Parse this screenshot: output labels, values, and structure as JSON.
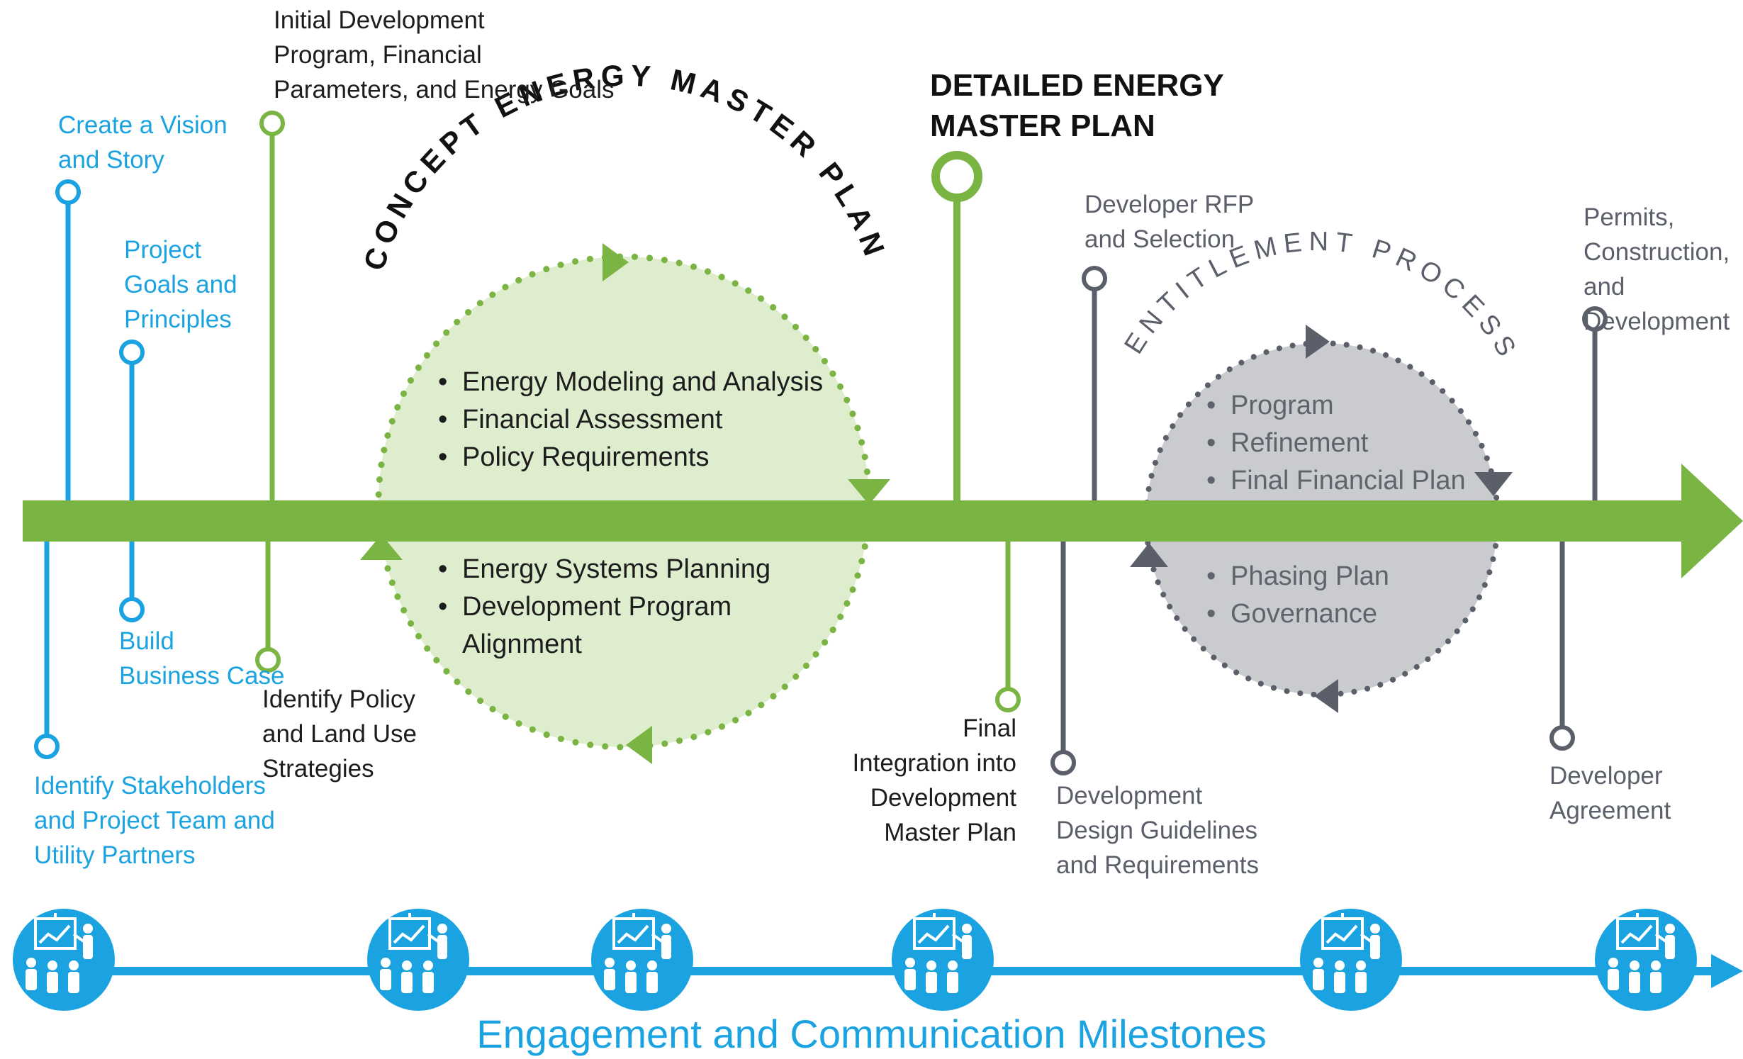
{
  "milestones_above": {
    "vision": "Create a Vision\nand Story",
    "goals": "Project\nGoals and\nPrinciples",
    "initial": "Initial Development\nProgram, Financial\nParameters, and Energy Goals",
    "developer_rfp": "Developer RFP\nand Selection",
    "permits": "Permits,\nConstruction, and\nDevelopment"
  },
  "milestones_below": {
    "stakeholders": "Identify Stakeholders\nand Project Team and\nUtility Partners",
    "business_case": "Build\nBusiness Case",
    "policy": "Identify Policy\nand Land Use\nStrategies",
    "final_integration": "Final\nIntegration into\nDevelopment\nMaster Plan",
    "design_guidelines": "Development\nDesign Guidelines\nand Requirements",
    "developer_agreement": "Developer\nAgreement"
  },
  "detailed_plan_title": "DETAILED ENERGY\nMASTER PLAN",
  "concept_cycle": {
    "arc_title": "CONCEPT ENERGY MASTER PLAN",
    "items_top": [
      "Energy Modeling and Analysis",
      "Financial Assessment",
      "Policy Requirements"
    ],
    "items_bottom": [
      "Energy Systems Planning",
      "Development Program\nAlignment"
    ]
  },
  "entitlement_cycle": {
    "arc_title": "ENTITLEMENT PROCESS",
    "items_top": [
      "Program",
      "Refinement",
      "Final Financial Plan"
    ],
    "items_bottom": [
      "Phasing Plan",
      "Governance"
    ]
  },
  "footer_title": "Engagement and Communication Milestones",
  "colors": {
    "blue": "#1aa3e0",
    "green": "#7ab442",
    "light_green": "#dfedcf",
    "dark_grey": "#5a5f69",
    "light_grey": "#c9cbcf"
  },
  "icons": [
    "presentation-meeting-icon",
    "presentation-meeting-icon",
    "presentation-meeting-icon",
    "presentation-meeting-icon",
    "presentation-meeting-icon",
    "presentation-meeting-icon"
  ]
}
